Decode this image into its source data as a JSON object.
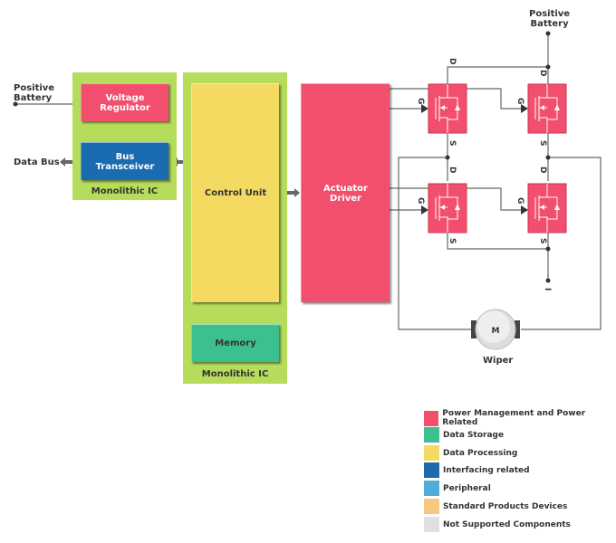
{
  "diagram": {
    "left_ic": {
      "label": "Monolithic IC",
      "blocks": [
        {
          "name": "Voltage Regulator",
          "lines": [
            "Voltage",
            "Regulator"
          ],
          "category": "Power Management and Power Related"
        },
        {
          "name": "Bus Transceiver",
          "lines": [
            "Bus",
            "Transceiver"
          ],
          "category": "Interfacing related"
        }
      ]
    },
    "center_ic": {
      "label": "Monolithic IC",
      "blocks": [
        {
          "name": "Control Unit",
          "lines": [
            "Control Unit"
          ],
          "category": "Data Processing"
        },
        {
          "name": "Memory",
          "lines": [
            "Memory"
          ],
          "category": "Data Storage"
        }
      ]
    },
    "actuator_driver": {
      "lines": [
        "Actuator",
        "Driver"
      ],
      "category": "Power Management and Power Related"
    },
    "external_labels": {
      "positive_battery_left": [
        "Positive",
        "Battery"
      ],
      "positive_battery_top": [
        "Positive",
        "Battery"
      ],
      "data_bus": "Data Bus",
      "wiper": "Wiper",
      "motor": "M"
    },
    "pins": {
      "gate": "G",
      "drain": "D",
      "source": "S",
      "ground": "I"
    }
  },
  "legend": [
    {
      "label": "Power Management and Power Related",
      "color": "#f24f6e"
    },
    {
      "label": "Data Storage",
      "color": "#3cc08d"
    },
    {
      "label": "Data Processing",
      "color": "#f5da62"
    },
    {
      "label": "Interfacing related",
      "color": "#1b6bb0"
    },
    {
      "label": "Peripheral",
      "color": "#52acd9"
    },
    {
      "label": "Standard Products Devices",
      "color": "#f7c97e"
    },
    {
      "label": "Not Supported Components",
      "color": "#e0e0e0"
    }
  ]
}
